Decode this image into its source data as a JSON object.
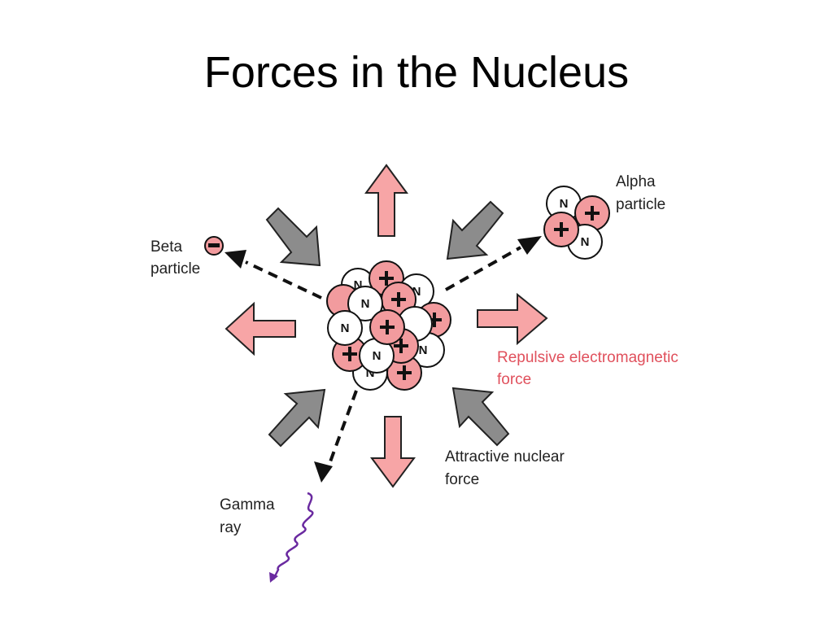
{
  "title": "Forces in the Nucleus",
  "labels": {
    "beta_l1": "Beta",
    "beta_l2": "particle",
    "alpha_l1": "Alpha",
    "alpha_l2": "particle",
    "repulsive_l1": "Repulsive electromagnetic",
    "repulsive_l2": "force",
    "attractive_l1": "Attractive nuclear",
    "attractive_l2": "force",
    "gamma_l1": "Gamma",
    "gamma_l2": "ray"
  },
  "particle_symbols": {
    "neutron": "N",
    "electron": "−"
  },
  "colors": {
    "proton": "#f29b9e",
    "neutron": "#ffffff",
    "repulsive_arrow": "#f7a5a6",
    "attractive_arrow": "#8c8c8c",
    "repulsive_text": "#e0505c",
    "gamma_ray": "#6a2aa0"
  }
}
